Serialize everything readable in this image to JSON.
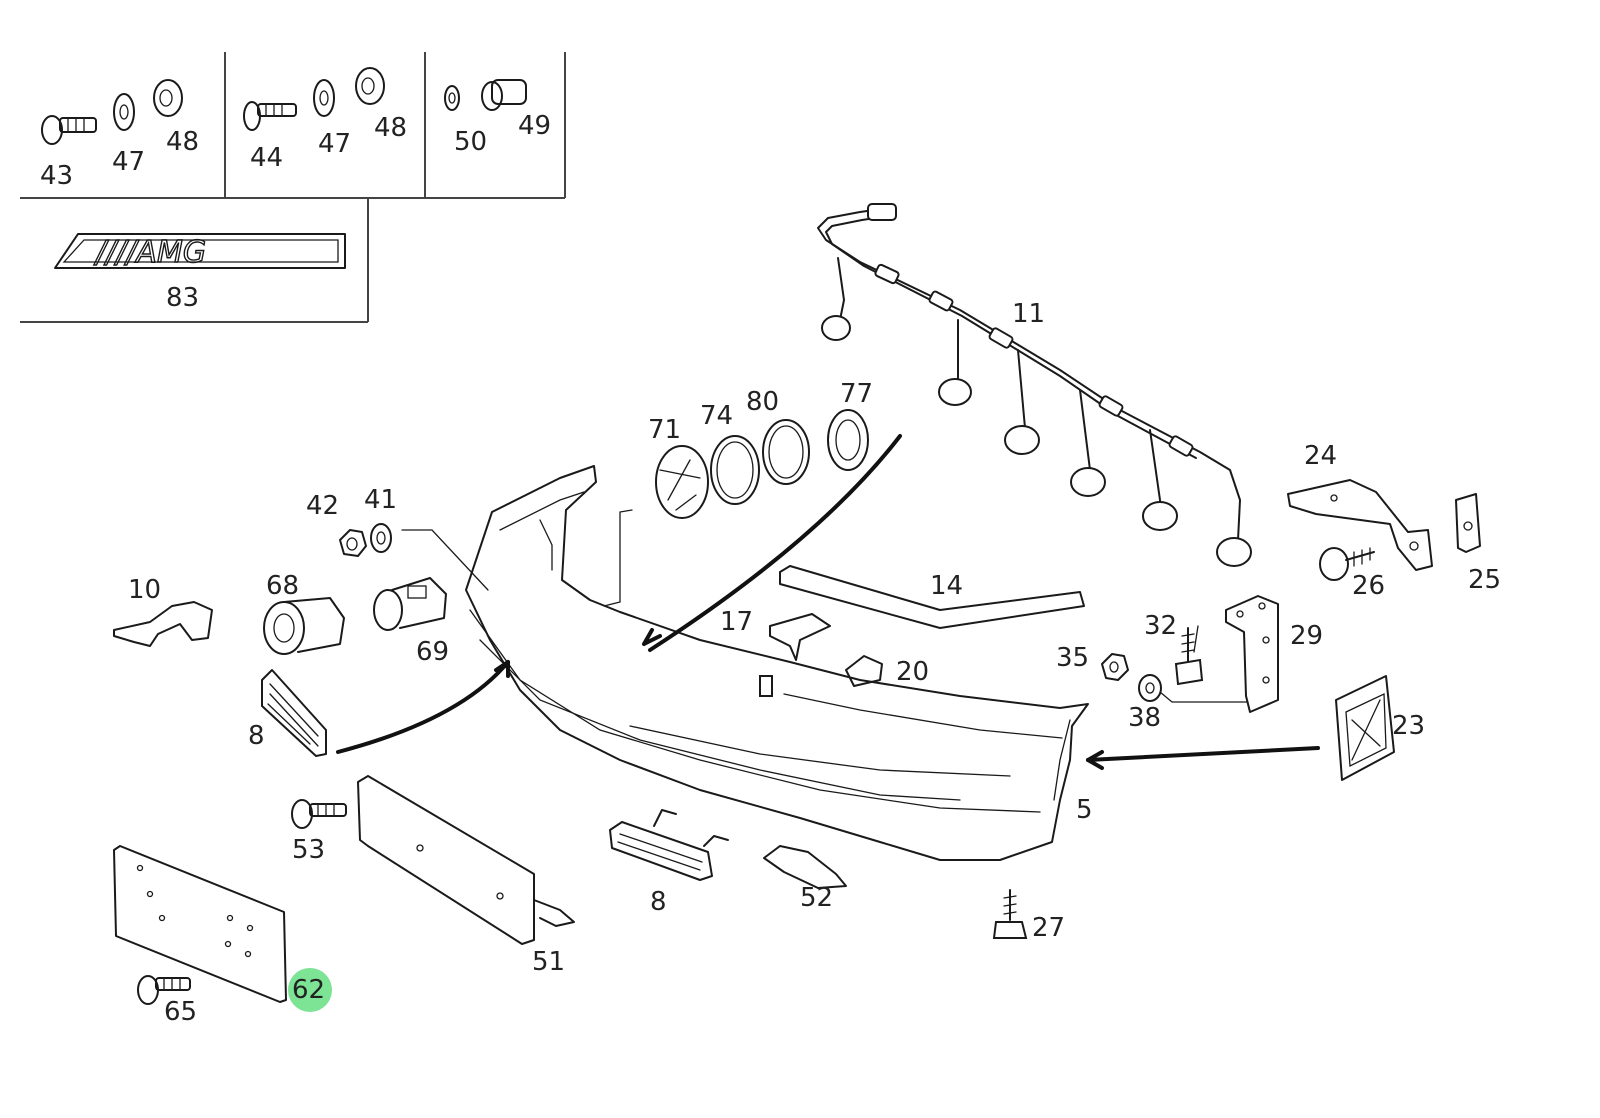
{
  "diagram": {
    "highlight_color": "#6fe08a",
    "labels": {
      "p43": "43",
      "p47a": "47",
      "p48a": "48",
      "p44": "44",
      "p47b": "47",
      "p48b": "48",
      "p50": "50",
      "p49": "49",
      "p83": "83",
      "p11": "11",
      "p71": "71",
      "p74": "74",
      "p80": "80",
      "p77": "77",
      "p24": "24",
      "p25": "25",
      "p26": "26",
      "p42": "42",
      "p41": "41",
      "p10": "10",
      "p68": "68",
      "p69": "69",
      "p14": "14",
      "p17": "17",
      "p20": "20",
      "p32": "32",
      "p29": "29",
      "p35": "35",
      "p38": "38",
      "p8a": "8",
      "p8b": "8",
      "p23": "23",
      "p5": "5",
      "p53": "53",
      "p51": "51",
      "p52": "52",
      "p27": "27",
      "p62": "62",
      "p65": "65"
    }
  }
}
